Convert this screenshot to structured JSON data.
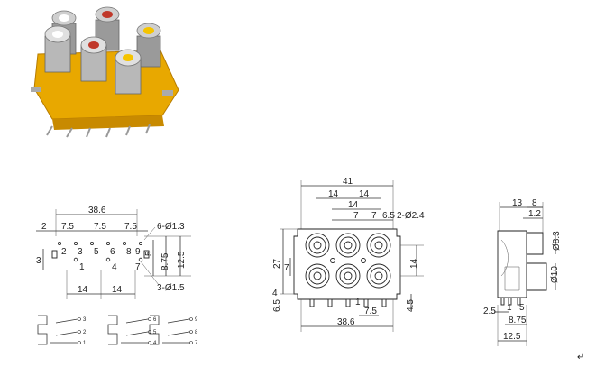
{
  "photo": {
    "description": ""
  },
  "footprint": {
    "overall": "38.6",
    "pitch_labels": [
      "7.5",
      "7.5",
      "7.5"
    ],
    "offset_left": "2",
    "note_holes": "6-Ø1.3",
    "note_posts": "3-Ø1.5",
    "pin_numbers": [
      "2",
      "3",
      "5",
      "6",
      "8",
      "9",
      "1",
      "4",
      "7"
    ],
    "left_side": "3",
    "right_dims": [
      "5",
      "8.75",
      "12.5"
    ],
    "bottom_dims": [
      "14",
      "14"
    ]
  },
  "front": {
    "top_dims": [
      "41",
      "14",
      "14",
      "14",
      "7",
      "7",
      "6.5"
    ],
    "note": "2-Ø2.4",
    "left_dims": [
      "27",
      "7",
      "4",
      "6.5"
    ],
    "right_dims": [
      "14",
      "4.5"
    ],
    "bottom_dims": [
      "1",
      "7.5",
      "38.6"
    ]
  },
  "side": {
    "top_dims": [
      "13",
      "8",
      "1.2"
    ],
    "right_dims": [
      "Ø8.3",
      "Ø10"
    ],
    "bottom_dims": [
      "2.5",
      "1",
      "5",
      "8.75",
      "12.5"
    ]
  },
  "schematic": {
    "labels": [
      "3",
      "2",
      "1",
      "6",
      "5",
      "4",
      "9",
      "8",
      "7"
    ]
  },
  "return_mark": "↵"
}
